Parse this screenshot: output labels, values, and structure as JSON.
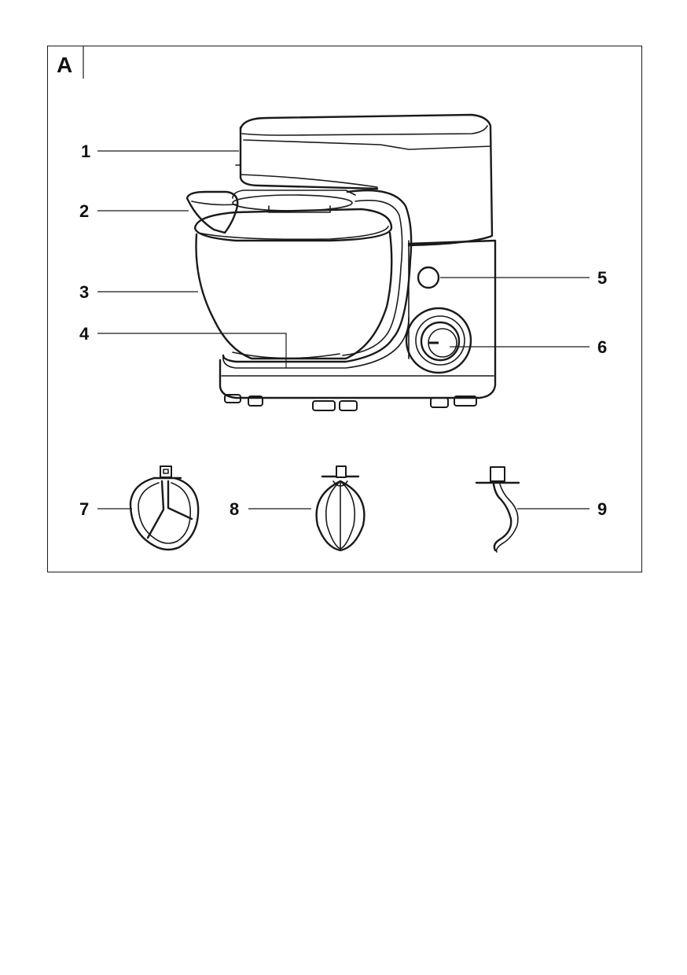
{
  "panel_letter": "A",
  "callouts": [
    {
      "number": "1"
    },
    {
      "number": "2"
    },
    {
      "number": "3"
    },
    {
      "number": "4"
    },
    {
      "number": "5"
    },
    {
      "number": "6"
    },
    {
      "number": "7"
    },
    {
      "number": "8"
    },
    {
      "number": "9"
    }
  ]
}
